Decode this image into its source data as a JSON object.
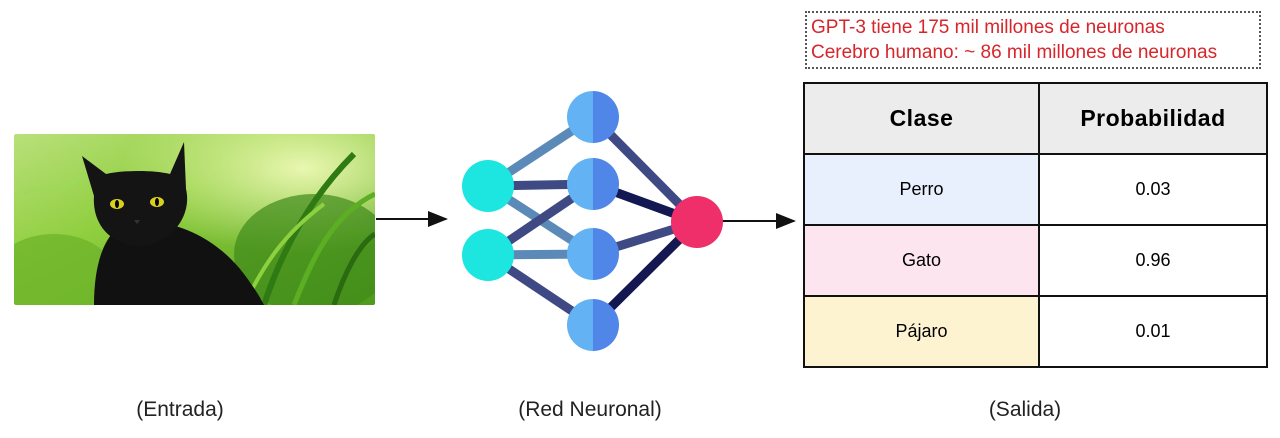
{
  "input_caption": "(Entrada)",
  "network_caption": "(Red Neuronal)",
  "output_caption": "(Salida)",
  "note": {
    "line1": "GPT-3 tiene 175 mil millones de neuronas",
    "line2": "Cerebro humano: ~ 86 mil millones de neuronas",
    "color": "#d6262b"
  },
  "table": {
    "header_class": "Clase",
    "header_prob": "Probabilidad",
    "rows": [
      {
        "label": "Perro",
        "value": "0.03",
        "color": "#e8effd"
      },
      {
        "label": "Gato",
        "value": "0.96",
        "color": "#fde5f0"
      },
      {
        "label": "Pájaro",
        "value": "0.01",
        "color": "#fdf3d0"
      }
    ]
  },
  "colors": {
    "input_node": "#1de6e0",
    "hidden_node_light": "#63b3f4",
    "hidden_node_dark": "#4f86e8",
    "output_node": "#ee2f6a",
    "edge_light": "#5b8ab8",
    "edge_mid": "#3f4a85",
    "edge_dark": "#141852"
  },
  "image": {
    "subject": "black cat in green foliage"
  }
}
